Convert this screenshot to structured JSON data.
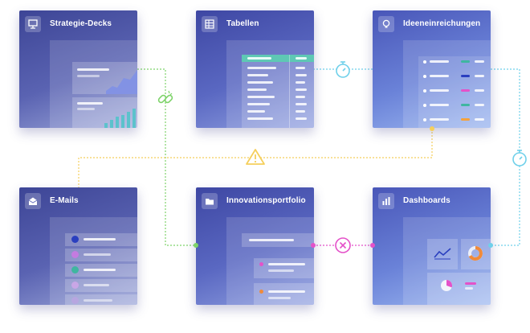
{
  "cards": {
    "strategie": {
      "title": "Strategie-Decks",
      "icon": "presentation-icon"
    },
    "tabellen": {
      "title": "Tabellen",
      "icon": "table-icon"
    },
    "ideen": {
      "title": "Ideeneinreichungen",
      "icon": "lightbulb-icon"
    },
    "emails": {
      "title": "E-Mails",
      "icon": "envelope-icon"
    },
    "portfolio": {
      "title": "Innovationsportfolio",
      "icon": "folder-icon"
    },
    "dashboards": {
      "title": "Dashboards",
      "icon": "bar-chart-icon"
    }
  },
  "connector_icons": {
    "link": "link-icon",
    "stopwatch_top": "stopwatch-icon",
    "stopwatch_right": "stopwatch-icon",
    "warning": "warning-icon",
    "blocked": "x-circle-icon"
  },
  "colors": {
    "green": "#7ed36a",
    "cyan": "#6fd0ea",
    "yellow": "#f5cf5c",
    "magenta": "#e452c9",
    "blue_dot": "#2a3fbf",
    "purple_dot": "#c47be0",
    "teal_dot": "#3fb6a0",
    "orange_dot": "#f08a3a"
  }
}
